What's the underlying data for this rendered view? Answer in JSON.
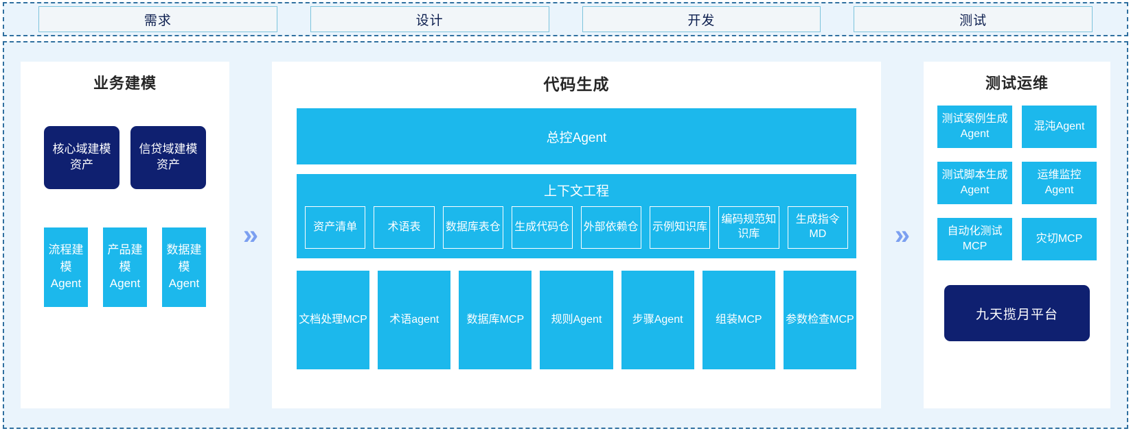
{
  "stages": {
    "items": [
      {
        "label": "需求"
      },
      {
        "label": "设计"
      },
      {
        "label": "开发"
      },
      {
        "label": "测试"
      }
    ]
  },
  "arrows": {
    "glyph": "»"
  },
  "colors": {
    "cyan": "#1CB8EC",
    "navy": "#0F2070",
    "panel_bg": "#EAF4FC",
    "dashed_border": "#2F6F9F",
    "stage_fill": "#F2F6F9",
    "stage_border": "#7CC3DC",
    "chevron": "#7B9FF0"
  },
  "business_modeling": {
    "title": "业务建模",
    "assets": [
      {
        "label": "核心域建模资产"
      },
      {
        "label": "信贷域建模资产"
      }
    ],
    "agents": [
      {
        "label": "流程建模Agent"
      },
      {
        "label": "产品建模Agent"
      },
      {
        "label": "数据建模Agent"
      }
    ]
  },
  "code_generation": {
    "title": "代码生成",
    "master_agent": "总控Agent",
    "context_engineering": {
      "title": "上下文工程",
      "items": [
        {
          "label": "资产清单"
        },
        {
          "label": "术语表"
        },
        {
          "label": "数据库表仓"
        },
        {
          "label": "生成代码仓"
        },
        {
          "label": "外部依赖仓"
        },
        {
          "label": "示例知识库"
        },
        {
          "label": "编码规范知识库"
        },
        {
          "label": "生成指令MD"
        }
      ]
    },
    "tools": [
      {
        "label": "文档处理MCP"
      },
      {
        "label": "术语agent"
      },
      {
        "label": "数据库MCP"
      },
      {
        "label": "规则Agent"
      },
      {
        "label": "步骤Agent"
      },
      {
        "label": "组装MCP"
      },
      {
        "label": "参数检查MCP"
      }
    ]
  },
  "test_ops": {
    "title": "测试运维",
    "items": [
      {
        "label": "测试案例生成Agent"
      },
      {
        "label": "混沌Agent"
      },
      {
        "label": "测试脚本生成Agent"
      },
      {
        "label": "运维监控Agent"
      },
      {
        "label": "自动化测试MCP"
      },
      {
        "label": "灾切MCP"
      }
    ],
    "platform": "九天揽月平台"
  }
}
